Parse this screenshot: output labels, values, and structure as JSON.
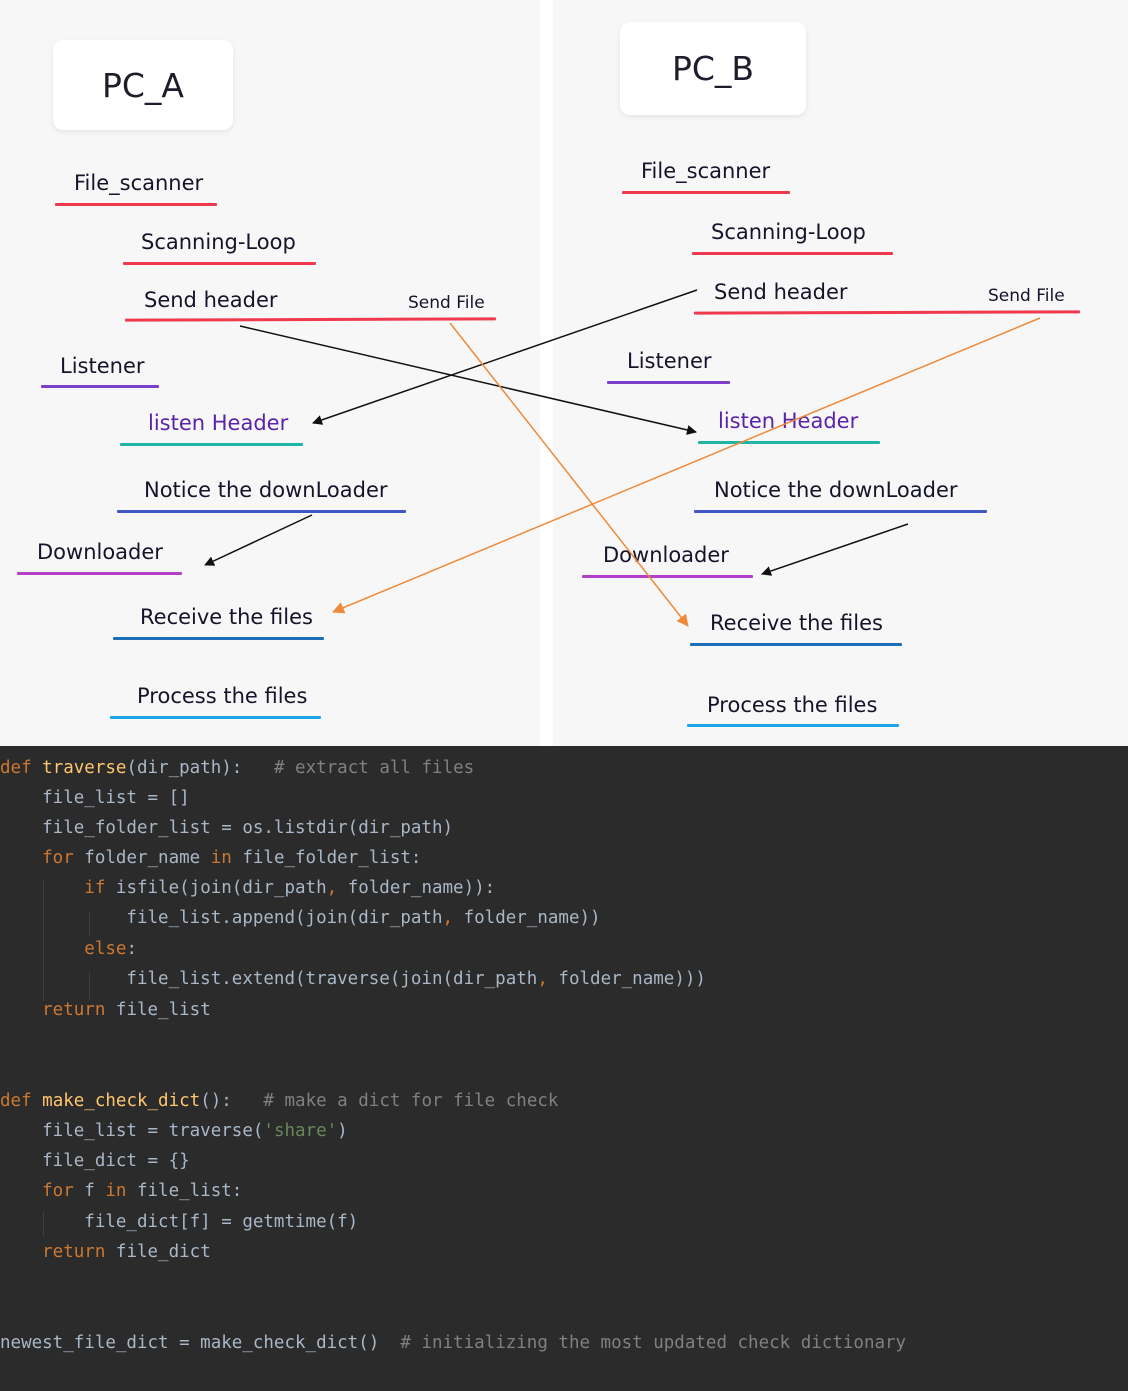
{
  "diagram": {
    "pc_a": {
      "title": "PC_A",
      "file_scanner": "File_scanner",
      "scanning_loop": "Scanning-Loop",
      "send_header": "Send header",
      "send_file": "Send File",
      "listener": "Listener",
      "listen_header": "listen Header",
      "notice_downloader": "Notice the downLoader",
      "downloader": "Downloader",
      "receive_files": "Receive the files",
      "process_files": "Process the files"
    },
    "pc_b": {
      "title": "PC_B",
      "file_scanner": "File_scanner",
      "scanning_loop": "Scanning-Loop",
      "send_header": "Send header",
      "send_file": "Send File",
      "listener": "Listener",
      "listen_header": "listen Header",
      "notice_downloader": "Notice the downLoader",
      "downloader": "Downloader",
      "receive_files": "Receive the files",
      "process_files": "Process the files"
    },
    "colors": {
      "scanner_red": "#f0384e",
      "listener_purple": "#7b3fc9",
      "listen_header_teal": "#1fb5a5",
      "notice_blue": "#3f58c4",
      "downloader_magenta": "#b43fc9",
      "receive_blue": "#1a6fb8",
      "process_cyan": "#1aa6e8",
      "header_arrow": "#111111",
      "file_arrow": "#ef8a3a"
    }
  },
  "code": {
    "lines": [
      {
        "tokens": [
          [
            "kw",
            "def "
          ],
          [
            "fn",
            "traverse"
          ],
          [
            "",
            "(dir_path):   "
          ],
          [
            "cm",
            "# extract all files"
          ]
        ]
      },
      {
        "tokens": [
          [
            "",
            "    file_list = []"
          ]
        ]
      },
      {
        "tokens": [
          [
            "",
            "    file_folder_list = os.listdir(dir_path)"
          ]
        ]
      },
      {
        "tokens": [
          [
            "kw",
            "    for "
          ],
          [
            "",
            "folder_name "
          ],
          [
            "kw",
            "in "
          ],
          [
            "",
            "file_folder_list:"
          ]
        ]
      },
      {
        "tokens": [
          [
            "kw",
            "        if "
          ],
          [
            "",
            "isfile(join(dir_path"
          ],
          [
            "kw",
            ", "
          ],
          [
            "",
            "folder_name)):"
          ]
        ]
      },
      {
        "tokens": [
          [
            "",
            "            file_list.append(join(dir_path"
          ],
          [
            "kw",
            ", "
          ],
          [
            "",
            "folder_name))"
          ]
        ]
      },
      {
        "tokens": [
          [
            "kw",
            "        else"
          ],
          [
            "",
            ":"
          ]
        ]
      },
      {
        "tokens": [
          [
            "",
            "            file_list.extend(traverse(join(dir_path"
          ],
          [
            "kw",
            ", "
          ],
          [
            "",
            "folder_name)))"
          ]
        ]
      },
      {
        "tokens": [
          [
            "kw",
            "    return "
          ],
          [
            "",
            "file_list"
          ]
        ]
      },
      {
        "tokens": []
      },
      {
        "tokens": []
      },
      {
        "tokens": [
          [
            "kw",
            "def "
          ],
          [
            "fn",
            "make_check_dict"
          ],
          [
            "",
            "():   "
          ],
          [
            "cm",
            "# make a dict for file check"
          ]
        ]
      },
      {
        "tokens": [
          [
            "",
            "    file_list = traverse("
          ],
          [
            "st",
            "'share'"
          ],
          [
            "",
            ")"
          ]
        ]
      },
      {
        "tokens": [
          [
            "",
            "    file_dict = {}"
          ]
        ]
      },
      {
        "tokens": [
          [
            "kw",
            "    for "
          ],
          [
            "",
            "f "
          ],
          [
            "kw",
            "in "
          ],
          [
            "",
            "file_list:"
          ]
        ]
      },
      {
        "tokens": [
          [
            "",
            "        file_dict[f] = getmtime(f)"
          ]
        ]
      },
      {
        "tokens": [
          [
            "kw",
            "    return "
          ],
          [
            "",
            "file_dict"
          ]
        ]
      },
      {
        "tokens": []
      },
      {
        "tokens": []
      },
      {
        "tokens": [
          [
            "",
            "newest_file_dict = make_check_dict()  "
          ],
          [
            "cm",
            "# initializing the most updated check dictionary"
          ]
        ]
      }
    ]
  }
}
